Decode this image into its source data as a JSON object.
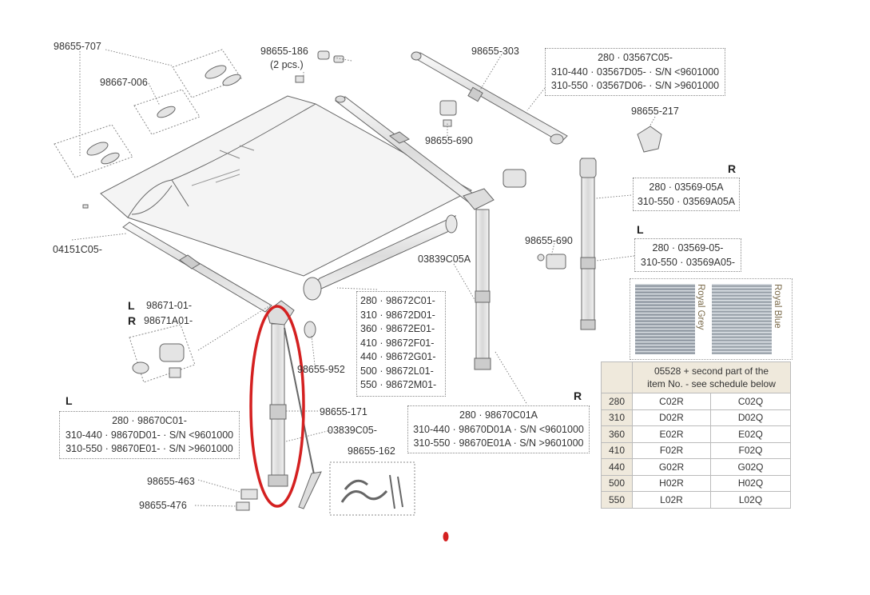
{
  "labels": {
    "p98655_707": "98655-707",
    "p98667_006": "98667-006",
    "p98655_186": "98655-186",
    "p98655_186_qty": "(2 pcs.)",
    "p98655_303": "98655-303",
    "p98655_217": "98655-217",
    "p98655_690_top": "98655-690",
    "p98655_690_mid": "98655-690",
    "p04151C05": "04151C05-",
    "p03839C05A": "03839C05A",
    "p98671_01": "98671-01-",
    "p98671A01": "98671A01-",
    "p98655_952": "98655-952",
    "p98655_171": "98655-171",
    "p03839C05": "03839C05-",
    "p98655_162": "98655-162",
    "p98655_463": "98655-463",
    "p98655_476": "98655-476"
  },
  "side_marks": {
    "L_front": "L",
    "R_front": "R",
    "L_leg": "L",
    "R_leg": "R",
    "R_arm": "R",
    "L_arm": "L"
  },
  "boxes": {
    "bar_03567": [
      "280 · 03567C05-",
      "310-440 · 03567D05- · S/N <9601000",
      "310-550 · 03567D06- · S/N >9601000"
    ],
    "arm_R": [
      "280 · 03569-05A",
      "310-550 · 03569A05A"
    ],
    "arm_L": [
      "280 · 03569-05-",
      "310-550 · 03569A05-"
    ],
    "roller": [
      "280 · 98672C01-",
      "310 · 98672D01-",
      "360 · 98672E01-",
      "410 · 98672F01-",
      "440 · 98672G01-",
      "500 · 98672L01-",
      "550 · 98672M01-"
    ],
    "leg_L": [
      "280 · 98670C01-",
      "310-440 · 98670D01- · S/N <9601000",
      "310-550 · 98670E01- · S/N >9601000"
    ],
    "leg_R": [
      "280 · 98670C01A",
      "310-440 · 98670D01A · S/N <9601000",
      "310-550 · 98670E01A · S/N >9601000"
    ]
  },
  "fabric": {
    "swatches": [
      "Royal Grey",
      "Royal Blue"
    ],
    "header": [
      "05528 + second part of the",
      "item No. - see schedule below"
    ],
    "rows": [
      {
        "size": "280",
        "grey": "C02R",
        "blue": "C02Q"
      },
      {
        "size": "310",
        "grey": "D02R",
        "blue": "D02Q"
      },
      {
        "size": "360",
        "grey": "E02R",
        "blue": "E02Q"
      },
      {
        "size": "410",
        "grey": "F02R",
        "blue": "F02Q"
      },
      {
        "size": "440",
        "grey": "G02R",
        "blue": "G02Q"
      },
      {
        "size": "500",
        "grey": "H02R",
        "blue": "H02Q"
      },
      {
        "size": "550",
        "grey": "L02R",
        "blue": "L02Q"
      }
    ]
  },
  "colors": {
    "highlight": "#d42020",
    "line": "#555555",
    "part_fill": "#e6e6e6",
    "table_header": "#efe9dc",
    "swatch_grey": "#9aa3ad",
    "swatch_blue": "#a5adb6"
  }
}
